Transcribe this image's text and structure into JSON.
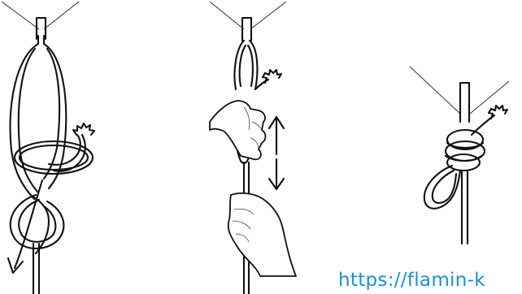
{
  "caption": {
    "url_text": "https://flamin-k",
    "color": "#1c8fd6"
  },
  "steps": [
    {
      "name": "step-1",
      "arrows": [
        "down-arrow"
      ]
    },
    {
      "name": "step-2",
      "arrows": [
        "up-arrow",
        "down-arrow"
      ]
    },
    {
      "name": "step-3",
      "arrows": []
    }
  ],
  "colors": {
    "line": "#111111",
    "background": "#ffffff"
  }
}
